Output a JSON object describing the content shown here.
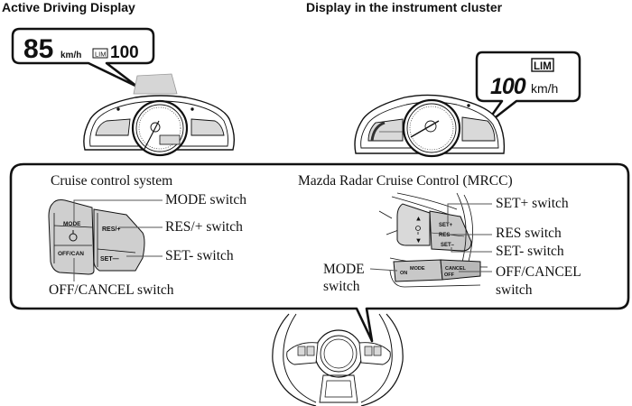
{
  "headings": {
    "left": "Active Driving Display",
    "right": "Display in the instrument cluster"
  },
  "active_driving_display": {
    "speed": "85",
    "speed_unit": "km/h",
    "limit_badge": "LIM",
    "limit_value": "100"
  },
  "cluster_display": {
    "limit_badge": "LIM",
    "speed": "100",
    "speed_unit": "km/h"
  },
  "cruise_control": {
    "title": "Cruise control system",
    "button_labels": {
      "mode": "MODE",
      "off_can": "OFF/CAN",
      "res_plus": "RES/+",
      "set_minus": "SET—"
    },
    "callouts": {
      "mode": "MODE switch",
      "res_plus": "RES/+ switch",
      "set_minus": "SET- switch",
      "off_cancel": "OFF/CANCEL switch"
    }
  },
  "mrcc": {
    "title": "Mazda Radar Cruise Control (MRCC)",
    "button_labels": {
      "set_plus": "SET+",
      "res": "RES",
      "set_minus": "SET–",
      "mode_on": "ON",
      "mode": "MODE",
      "cancel": "CANCEL",
      "off": "OFF"
    },
    "callouts": {
      "set_plus": "SET+ switch",
      "res": "RES switch",
      "set_minus": "SET- switch",
      "mode_line1": "MODE",
      "mode_line2": "switch",
      "off_cancel_line1": "OFF/CANCEL",
      "off_cancel_line2": "switch"
    }
  },
  "colors": {
    "line": "#111111",
    "panel_fill": "#d9d9d9",
    "button_fill": "#c8c8c8",
    "background": "#ffffff"
  }
}
